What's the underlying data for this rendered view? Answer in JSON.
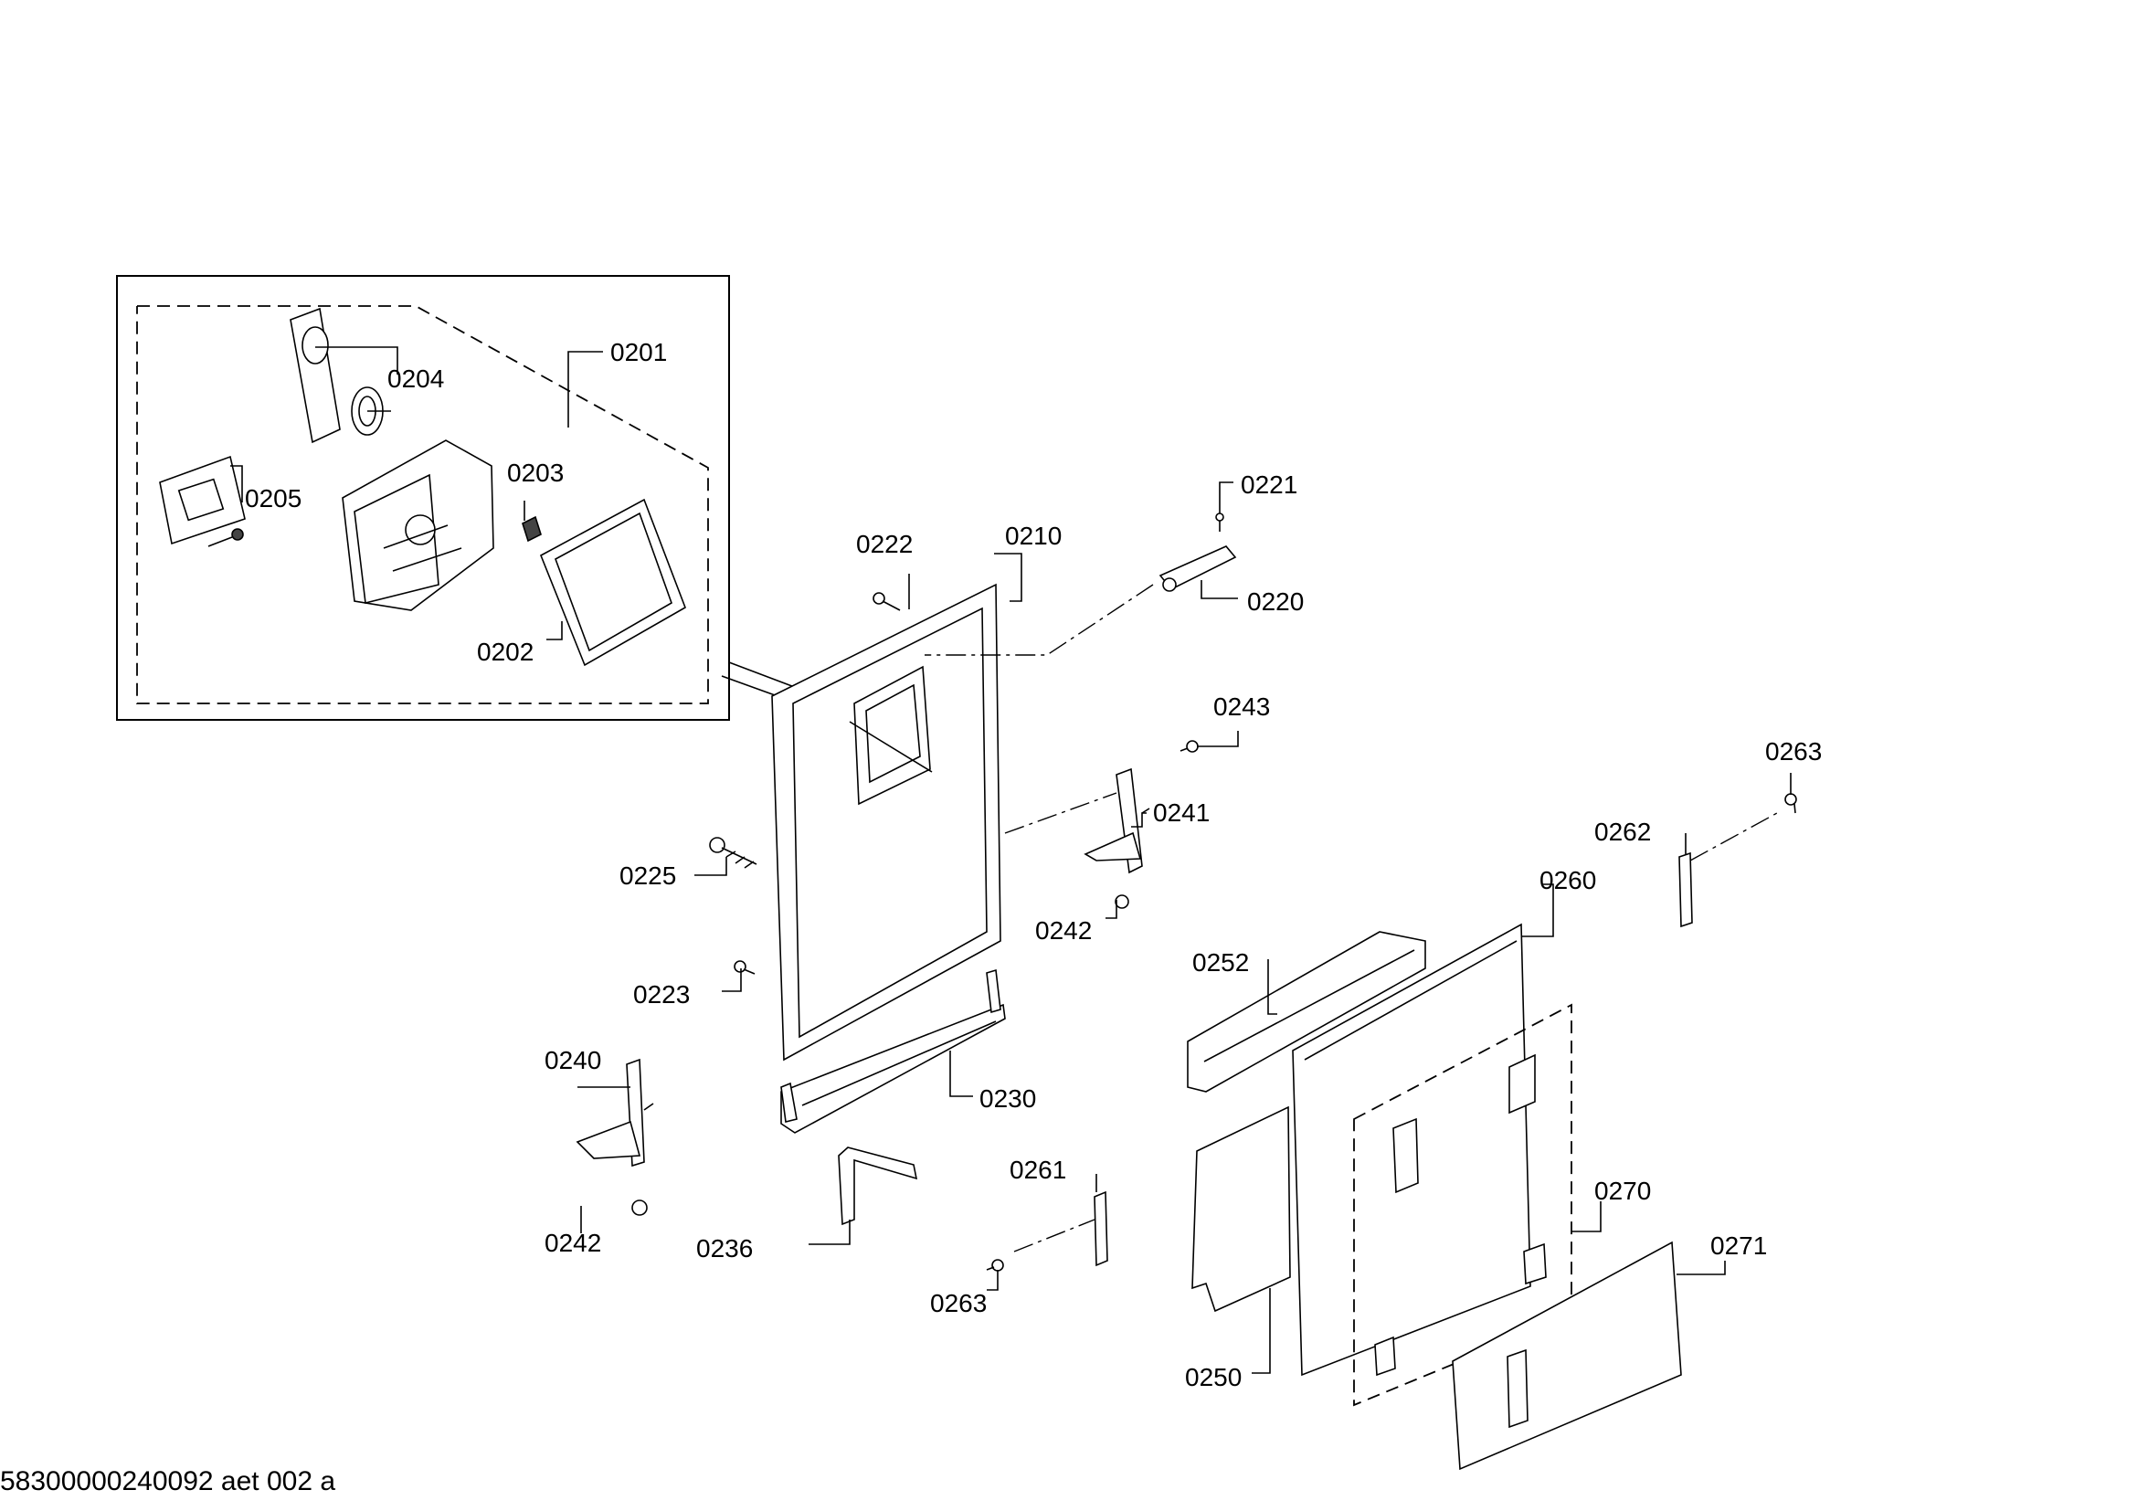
{
  "labels": {
    "p0201": "0201",
    "p0202": "0202",
    "p0203": "0203",
    "p0204": "0204",
    "p0205": "0205",
    "p0210": "0210",
    "p0220": "0220",
    "p0221": "0221",
    "p0222": "0222",
    "p0223": "0223",
    "p0225": "0225",
    "p0230": "0230",
    "p0236": "0236",
    "p0240": "0240",
    "p0241": "0241",
    "p0242a": "0242",
    "p0242b": "0242",
    "p0243": "0243",
    "p0250": "0250",
    "p0252": "0252",
    "p0260": "0260",
    "p0261": "0261",
    "p0262": "0262",
    "p0263a": "0263",
    "p0263b": "0263",
    "p0270": "0270",
    "p0271": "0271"
  },
  "footer": {
    "drawing_id": "58300000240092 aet 002 a"
  }
}
